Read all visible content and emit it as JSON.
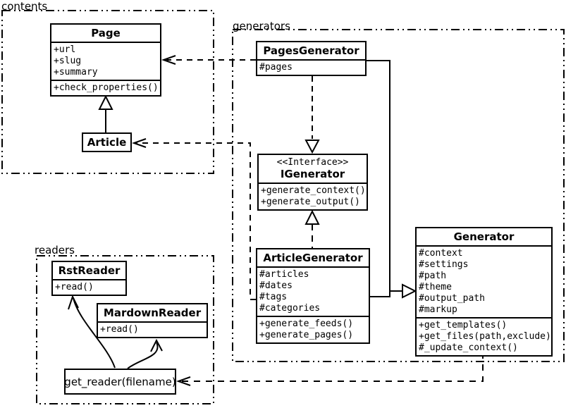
{
  "packages": {
    "contents": {
      "label": "contents"
    },
    "generators": {
      "label": "generators"
    },
    "readers": {
      "label": "readers"
    }
  },
  "classes": {
    "page": {
      "title": "Page",
      "attrs": [
        "+url",
        "+slug",
        "+summary"
      ],
      "methods": [
        "+check_properties()"
      ]
    },
    "article": {
      "title": "Article"
    },
    "pages_generator": {
      "title": "PagesGenerator",
      "attrs": [
        "#pages"
      ]
    },
    "igenerator": {
      "stereotype": "<<Interface>>",
      "title": "IGenerator",
      "methods": [
        "+generate_context()",
        "+generate_output()"
      ]
    },
    "article_generator": {
      "title": "ArticleGenerator",
      "attrs": [
        "#articles",
        "#dates",
        "#tags",
        "#categories"
      ],
      "methods": [
        "+generate_feeds()",
        "+generate_pages()"
      ]
    },
    "generator": {
      "title": "Generator",
      "attrs": [
        "#context",
        "#settings",
        "#path",
        "#theme",
        "#output_path",
        "#markup"
      ],
      "methods": [
        "+get_templates()",
        "+get_files(path,exclude)",
        "#_update_context()"
      ]
    },
    "rst_reader": {
      "title": "RstReader",
      "methods": [
        "+read()"
      ]
    },
    "markdown_reader": {
      "title": "MardownReader",
      "methods": [
        "+read()"
      ]
    },
    "get_reader": {
      "label": "get_reader(filename)"
    }
  },
  "colors": {
    "line": "#000000",
    "background": "#ffffff"
  }
}
